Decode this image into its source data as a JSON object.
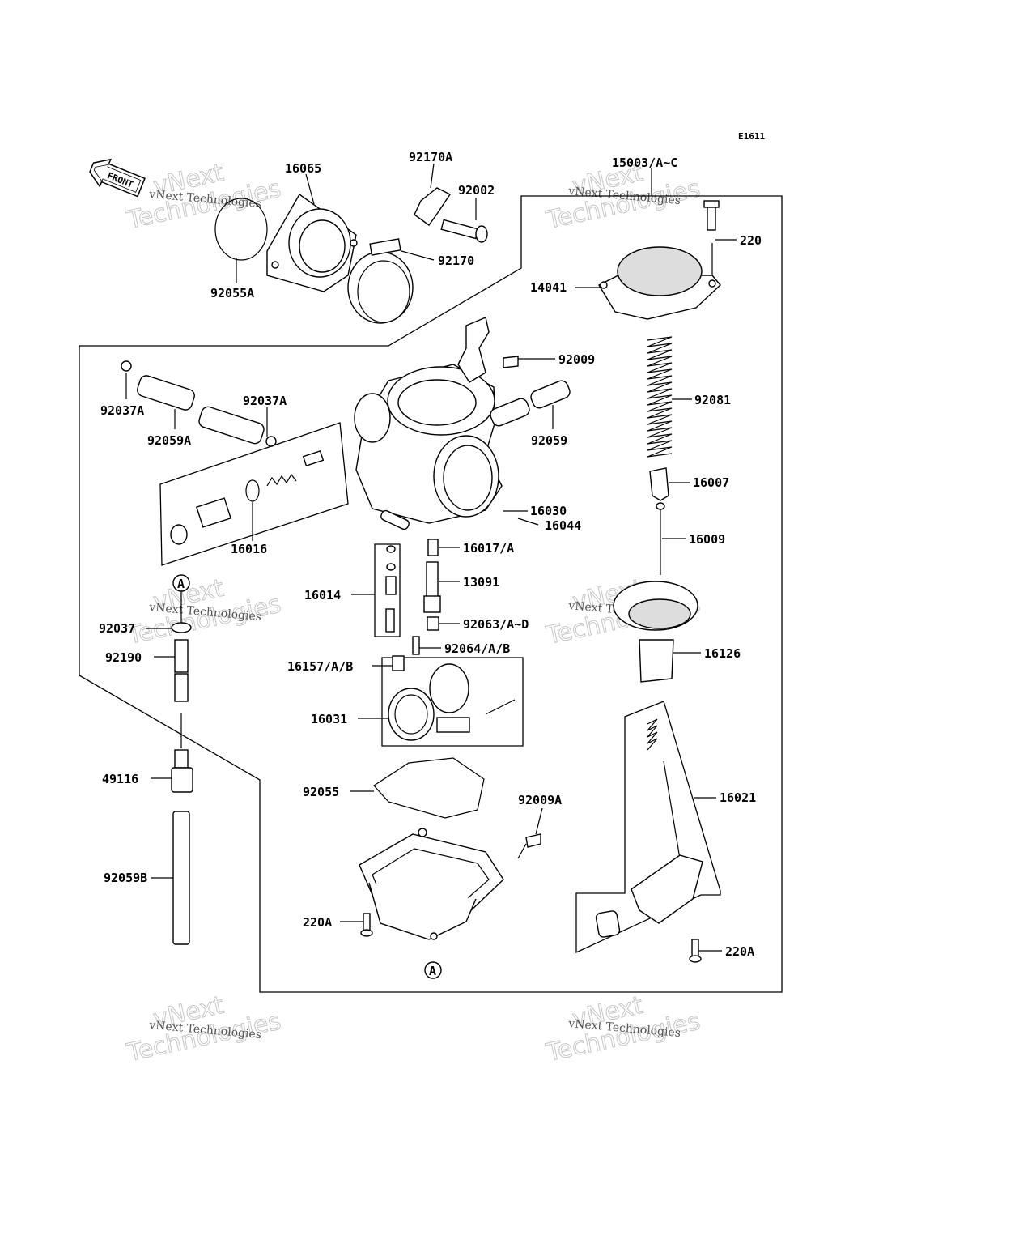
{
  "diagram_code": "E1611",
  "front_label": "FRONT",
  "ref_marker": "A",
  "watermark": {
    "line1": "vNext Technologies",
    "line2": "Technologies",
    "line3": "vNext"
  },
  "parts": [
    {
      "id": "16065",
      "label": "16065"
    },
    {
      "id": "92170A",
      "label": "92170A"
    },
    {
      "id": "92002",
      "label": "92002"
    },
    {
      "id": "15003",
      "label": "15003/A~C"
    },
    {
      "id": "92055A",
      "label": "92055A"
    },
    {
      "id": "92170",
      "label": "92170"
    },
    {
      "id": "220",
      "label": "220"
    },
    {
      "id": "14041",
      "label": "14041"
    },
    {
      "id": "92009",
      "label": "92009"
    },
    {
      "id": "92081",
      "label": "92081"
    },
    {
      "id": "92037A-1",
      "label": "92037A"
    },
    {
      "id": "92037A-2",
      "label": "92037A"
    },
    {
      "id": "92059A",
      "label": "92059A"
    },
    {
      "id": "92059",
      "label": "92059"
    },
    {
      "id": "16007",
      "label": "16007"
    },
    {
      "id": "16030",
      "label": "16030"
    },
    {
      "id": "16044",
      "label": "16044"
    },
    {
      "id": "16009",
      "label": "16009"
    },
    {
      "id": "16016",
      "label": "16016"
    },
    {
      "id": "16017",
      "label": "16017/A"
    },
    {
      "id": "13091",
      "label": "13091"
    },
    {
      "id": "16014",
      "label": "16014"
    },
    {
      "id": "92037",
      "label": "92037"
    },
    {
      "id": "92063",
      "label": "92063/A~D"
    },
    {
      "id": "92190",
      "label": "92190"
    },
    {
      "id": "92064",
      "label": "92064/A/B"
    },
    {
      "id": "16126",
      "label": "16126"
    },
    {
      "id": "16157",
      "label": "16157/A/B"
    },
    {
      "id": "16031",
      "label": "16031"
    },
    {
      "id": "49116",
      "label": "49116"
    },
    {
      "id": "92055",
      "label": "92055"
    },
    {
      "id": "16021",
      "label": "16021"
    },
    {
      "id": "92009A",
      "label": "92009A"
    },
    {
      "id": "92059B",
      "label": "92059B"
    },
    {
      "id": "220A-1",
      "label": "220A"
    },
    {
      "id": "220A-2",
      "label": "220A"
    }
  ]
}
